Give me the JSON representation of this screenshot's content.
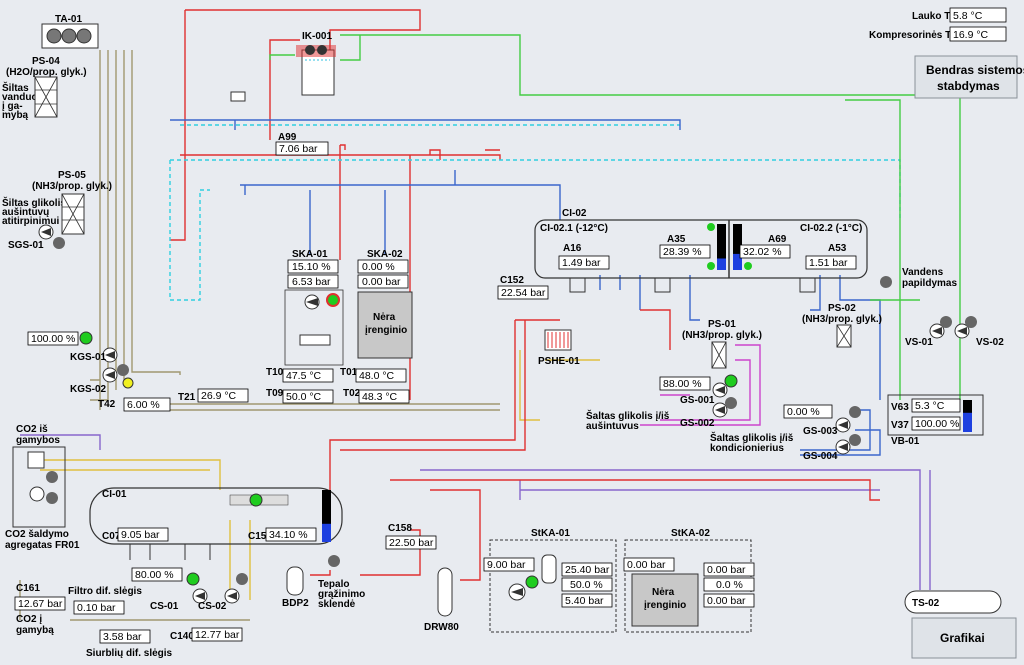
{
  "labels": {
    "ta01": "TA-01",
    "ps04_a": "PS-04",
    "ps04_b": "(H2O/prop. glyk.)",
    "ps04_c1": "Šiltas",
    "ps04_c2": "vanduo",
    "ps04_c3": "į ga-",
    "ps04_c4": "mybą",
    "ps05_a": "PS-05",
    "ps05_b": "(NH3/prop. glyk.)",
    "ps05_c1": "Šiltas glikolis",
    "ps05_c2": "aušintuvų",
    "ps05_c3": "atitirpinimui",
    "sgs01": "SGS-01",
    "ik001": "IK-001",
    "a99": "A99",
    "ska01": "SKA-01",
    "ska02": "SKA-02",
    "nera1": "Nėra",
    "nera2": "įrenginio",
    "t10": "T10",
    "t09": "T09",
    "t01": "T01",
    "t02": "T02",
    "kgs01": "KGS-01",
    "kgs02": "KGS-02",
    "t42": "T42",
    "t21": "T21",
    "ci02": "CI-02",
    "ci021": "CI-02.1 (-12°C)",
    "ci022": "CI-02.2 (-1°C)",
    "a16": "A16",
    "a35": "A35",
    "a69": "A69",
    "a53": "A53",
    "c152": "C152",
    "pshe01": "PSHE-01",
    "ps01_a": "PS-01",
    "ps01_b": "(NH3/prop. glyk.)",
    "ps02_a": "PS-02",
    "ps02_b": "(NH3/prop. glyk.)",
    "gs001": "GS-001",
    "gs002": "GS-002",
    "gs003": "GS-003",
    "gs004": "GS-004",
    "sg_aus1": "Šaltas glikolis į/iš",
    "sg_aus2": "aušintuvus",
    "sg_kond1": "Šaltas glikolis į/iš",
    "sg_kond2": "kondicionierius",
    "vandens1": "Vandens",
    "vandens2": "papildymas",
    "vs01": "VS-01",
    "vs02": "VS-02",
    "v63": "V63",
    "v37": "V37",
    "vb01": "VB-01",
    "co2_is1": "CO2 iš",
    "co2_is2": "gamybos",
    "co2_sald1": "CO2 šaldymo",
    "co2_sald2": "agregatas FR01",
    "ci01": "CI-01",
    "c07": "C07",
    "c15": "C15",
    "c158": "C158",
    "cs01": "CS-01",
    "cs02": "CS-02",
    "c140": "C140",
    "c161": "C161",
    "filtro": "Filtro dif. slėgis",
    "co2_gam1": "CO2 į",
    "co2_gam2": "gamybą",
    "siurbliu": "Siurblių dif. slėgis",
    "bdp2": "BDP2",
    "tepalo1": "Tepalo",
    "tepalo2": "grąžinimo",
    "tepalo3": "sklendė",
    "drw80": "DRW80",
    "stka01": "StKA-01",
    "stka02": "StKA-02",
    "ts02": "TS-02",
    "lauko": "Lauko T",
    "kompres": "Kompresorinės T"
  },
  "values": {
    "lauko": "5.8 °C",
    "kompres": "16.9 °C",
    "a99": "7.06 bar",
    "ska01_pct": "15.10 %",
    "ska01_bar": "6.53 bar",
    "ska02_pct": "0.00 %",
    "ska02_bar": "0.00 bar",
    "t10": "47.5 °C",
    "t09": "50.0 °C",
    "t01": "48.0 °C",
    "t02": "48.3 °C",
    "kgs_pct": "100.00 %",
    "t42": "6.00 %",
    "t21": "26.9 °C",
    "a16": "1.49 bar",
    "a35": "28.39 %",
    "a69": "32.02 %",
    "a53": "1.51 bar",
    "c152": "22.54 bar",
    "gs001_pct": "88.00 %",
    "gs003_pct": "0.00 %",
    "v63": "5.3 °C",
    "v37": "100.00 %",
    "c07": "9.05 bar",
    "c15": "34.10 %",
    "c158": "22.50 bar",
    "ci01_pct": "80.00 %",
    "c161": "12.67 bar",
    "filtro": "0.10 bar",
    "siurbliu": "3.58 bar",
    "c140": "12.77 bar",
    "stka01_in": "9.00 bar",
    "stka01_out": "25.40 bar",
    "stka01_pct": "50.0 %",
    "stka01_oil": "5.40 bar",
    "stka02_in": "0.00 bar",
    "stka02_out": "0.00 bar",
    "stka02_pct": "0.0 %",
    "stka02_oil": "0.00 bar"
  },
  "buttons": {
    "stop1": "Bendras sistemos",
    "stop2": "stabdymas",
    "grafikai": "Grafikai"
  },
  "levels": {
    "a35_fill": 0.25,
    "a69_fill": 0.35,
    "ci01_fill": 0.35,
    "vb01_fill": 0.6
  },
  "colors": {
    "background": "#e8ebf0",
    "running": "#1fcc1f",
    "stopped": "#666666",
    "warning": "#f0f020",
    "red_pipe": "#e03030",
    "blue_pipe": "#3a66cc",
    "green_pipe": "#44cc44",
    "cyan_pipe": "#30d0e0",
    "magenta_pipe": "#cc44cc",
    "purple_pipe": "#8866cc",
    "yellow_pipe": "#e0c040",
    "olive_pipe": "#a09870",
    "level_blue": "#1e40e0"
  }
}
